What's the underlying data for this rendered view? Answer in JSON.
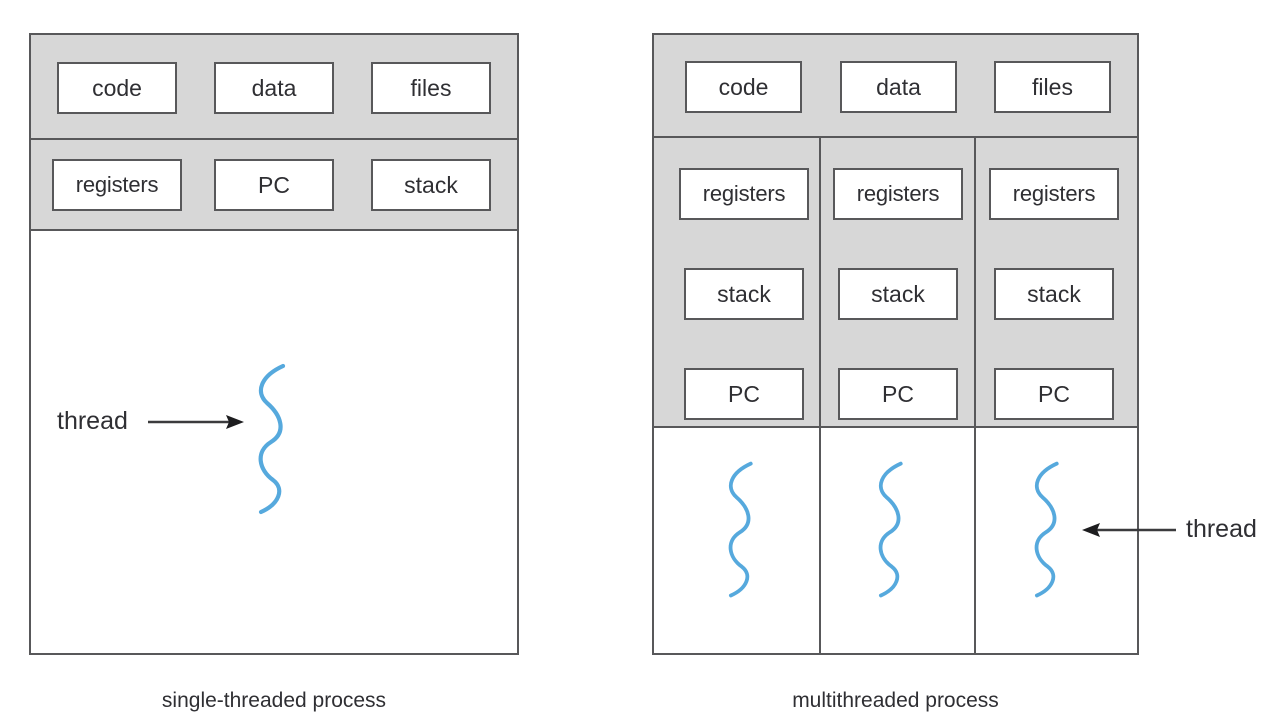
{
  "figure": {
    "kind": "os-concepts-thread-diagram",
    "accent_thread_color": "#56a9dd",
    "band_fill_color": "#d7d7d7",
    "line_color": "#58585a"
  },
  "single_threaded": {
    "caption": "single-threaded process",
    "shared_row": [
      {
        "label": "code"
      },
      {
        "label": "data"
      },
      {
        "label": "files"
      }
    ],
    "thread_row": [
      {
        "label": "registers"
      },
      {
        "label": "PC"
      },
      {
        "label": "stack"
      }
    ],
    "threads": [
      {
        "name": "thread-1"
      }
    ],
    "annotation": {
      "label": "thread",
      "direction": "right"
    }
  },
  "multithreaded": {
    "caption": "multithreaded process",
    "shared_row": [
      {
        "label": "code"
      },
      {
        "label": "data"
      },
      {
        "label": "files"
      }
    ],
    "thread_columns": [
      {
        "name": "thread-column-1",
        "cells": [
          {
            "label": "registers"
          },
          {
            "label": "stack"
          },
          {
            "label": "PC"
          }
        ]
      },
      {
        "name": "thread-column-2",
        "cells": [
          {
            "label": "registers"
          },
          {
            "label": "stack"
          },
          {
            "label": "PC"
          }
        ]
      },
      {
        "name": "thread-column-3",
        "cells": [
          {
            "label": "registers"
          },
          {
            "label": "stack"
          },
          {
            "label": "PC"
          }
        ]
      }
    ],
    "annotation": {
      "label": "thread",
      "direction": "left"
    }
  }
}
